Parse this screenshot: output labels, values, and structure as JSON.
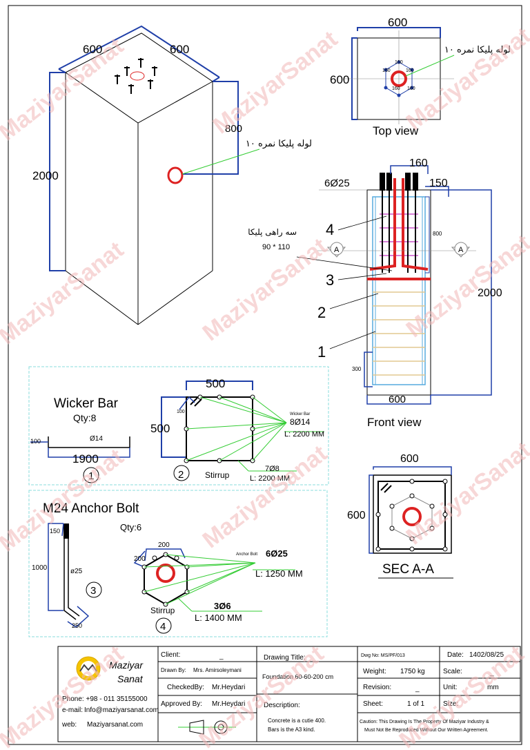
{
  "watermark": "MaziyarSanat",
  "iso": {
    "dim_top_left": "600",
    "dim_top_right": "600",
    "dim_height": "2000",
    "dim_pipe": "800",
    "pipe_label": "لوله پلیکا نمره ۱۰"
  },
  "top_view": {
    "dim_width": "600",
    "dim_height": "600",
    "title": "Top view",
    "pipe_label": "لوله پلیکا نمره ۱۰",
    "bolt_spacing": [
      "160",
      "160",
      "160",
      "160",
      "160"
    ]
  },
  "front_view": {
    "title": "Front view",
    "dim_top": "160",
    "dim_side": "150",
    "bolt_label": "6Ø25",
    "tee_label": "سه راهی پلیکا",
    "tee_size": "90 * 110",
    "dim_800": "800",
    "dim_2000": "2000",
    "dim_300": "300",
    "dim_bottom": "600",
    "section_marker": "A",
    "callouts": [
      "4",
      "3",
      "2",
      "1"
    ]
  },
  "wicker": {
    "title": "Wicker Bar",
    "qty": "Qty:8",
    "hook": "100",
    "dia": "Ø14",
    "length": "1900",
    "num": "1"
  },
  "stirrup1": {
    "dim_top": "500",
    "dim_side": "500",
    "hook": "100",
    "wicker_title": "Wicker Bar",
    "wicker_spec": "8Ø14",
    "wicker_len": "L: 2200 MM",
    "stirrup_spec": "7Ø8",
    "stirrup_len": "L: 2200 MM",
    "label": "Stirrup",
    "num": "2"
  },
  "anchor": {
    "title": "M24 Anchor Bolt",
    "qty": "Qty:6",
    "dim_top": "150",
    "dim_len": "1000",
    "dia": "ø25",
    "dim_bottom": "250",
    "num": "3"
  },
  "stirrup2": {
    "dim_top": "200",
    "dim_side": "200",
    "bolt_title": "Anchor Bolt",
    "bolt_spec": "6Ø25",
    "bolt_len": "L: 1250 MM",
    "stirrup_spec": "3Ø6",
    "stirrup_len": "L: 1400 MM",
    "label": "Stirrup",
    "num": "4"
  },
  "section": {
    "title": "SEC A-A",
    "dim_top": "600",
    "dim_side": "600"
  },
  "title_block": {
    "logo_line1": "Maziyar",
    "logo_line2": "Sanat",
    "phone": "Phone: +98 - 011 35155000",
    "email_label": "e-mail:",
    "email": "Info@maziyarsanat.com",
    "web_label": "web:",
    "web": "Maziyarsanat.com",
    "client_label": "Client:",
    "client_value": "_",
    "drawn_by_label": "Drawn By:",
    "drawn_by": "Mrs. Amirsoleymani",
    "checked_label": "CheckedBy:",
    "checked_by": "Mr.Heydari",
    "approved_label": "Approved By:",
    "approved_by": "Mr.Heydari",
    "drawing_title_label": "Drawing Title:",
    "drawing_title": "Foundation 60-60-200 cm",
    "description_label": "Description:",
    "description_1": "Concrete is a cutie 400.",
    "description_2": "Bars is the A3 kind.",
    "dwg_no": "Dwg No:  MS/PF/013",
    "weight_label": "Weight:",
    "weight": "1750  kg",
    "revision_label": "Revision:",
    "revision": "_",
    "sheet_label": "Sheet:",
    "sheet": "1 of 1",
    "date_label": "Date:",
    "date": "1402/08/25",
    "scale_label": "Scale:",
    "scale": "_",
    "unit_label": "Unit:",
    "unit": "mm",
    "size_label": "Size:",
    "caution_1": "Caution: This Drawing Is The Property Of Maziyar Industry &",
    "caution_2": "Must Not Be Reproduced Without Our Written Agreement."
  }
}
